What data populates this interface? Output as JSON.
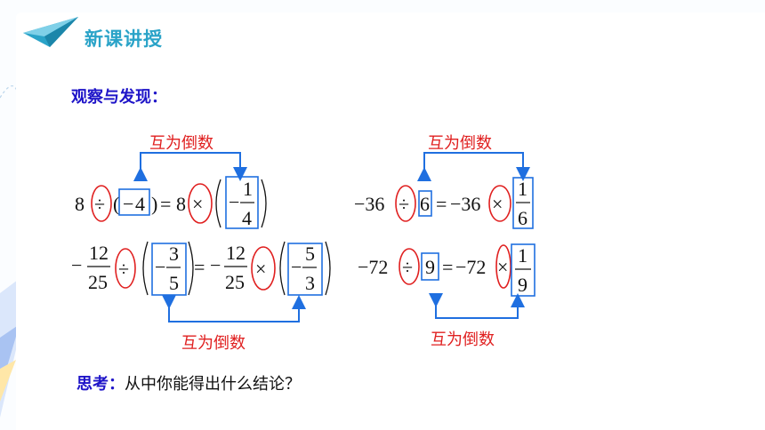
{
  "header": {
    "title": "新课讲授",
    "icon": "paper-plane-icon",
    "accent": "#2aa3c8"
  },
  "section": {
    "label": "观察与发现："
  },
  "reciprocal_label": "互为倒数",
  "eq1": {
    "left": "8",
    "dividend_sign": "−",
    "dividend": "4",
    "rhs_lead": "8",
    "num": "1",
    "den": "4",
    "neg": "−"
  },
  "eq2": {
    "left": "−36",
    "divisor": "6",
    "rhs_lead": "−36",
    "num": "1",
    "den": "6"
  },
  "eq3": {
    "lead_neg": "−",
    "lead_num": "12",
    "lead_den": "25",
    "div_num": "3",
    "div_den": "5",
    "rhs_num": "12",
    "rhs_den": "25",
    "res_num": "5",
    "res_den": "3",
    "neg": "−"
  },
  "eq4": {
    "left": "−72",
    "divisor": "9",
    "rhs_lead": "−72",
    "num": "1",
    "den": "9"
  },
  "ops": {
    "divide": "÷",
    "times": "×",
    "equals": "="
  },
  "think": {
    "keyword": "思考：",
    "question": "从中你能得出什么结论？"
  },
  "colors": {
    "ellipse": "#e02020",
    "box": "#1f6fe0",
    "heading": "#1e14c8"
  }
}
